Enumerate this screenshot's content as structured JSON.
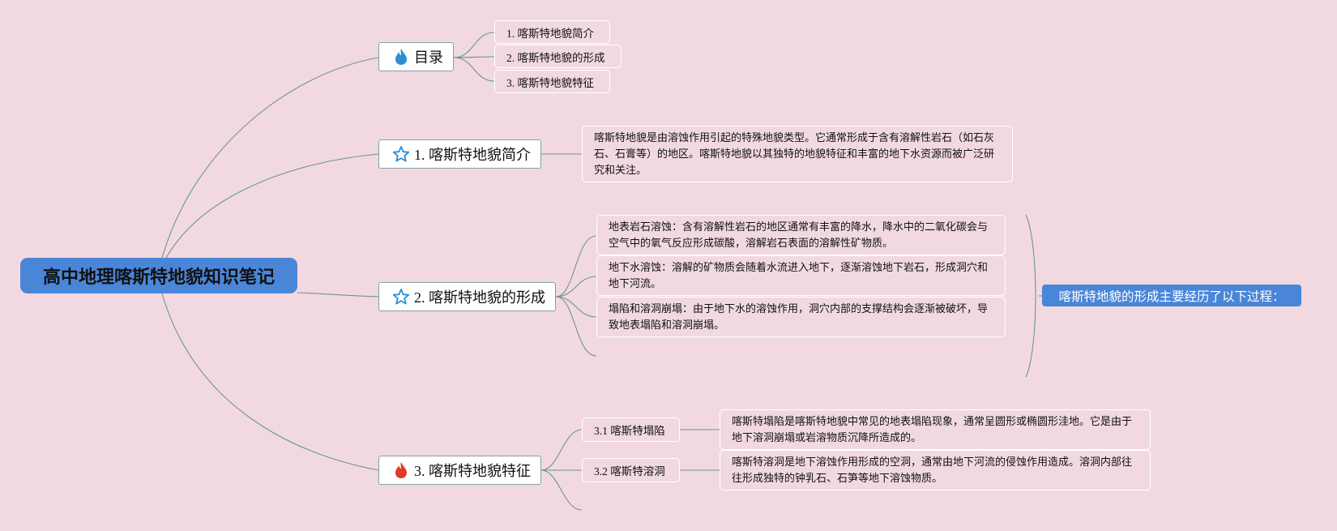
{
  "root": {
    "title": "高中地理喀斯特地貌知识笔记"
  },
  "branches": {
    "toc": {
      "label": "目录",
      "icon": "blue-flame-icon",
      "items": [
        "1. 喀斯特地貌简介",
        "2. 喀斯特地貌的形成",
        "3. 喀斯特地貌特征"
      ]
    },
    "intro": {
      "label": "1. 喀斯特地貌简介",
      "icon": "star-outline-icon",
      "text": "喀斯特地貌是由溶蚀作用引起的特殊地貌类型。它通常形成于含有溶解性岩石（如石灰石、石膏等）的地区。喀斯特地貌以其独特的地貌特征和丰富的地下水资源而被广泛研究和关注。"
    },
    "formation": {
      "label": "2. 喀斯特地貌的形成",
      "icon": "star-outline-icon",
      "steps": [
        "地表岩石溶蚀：含有溶解性岩石的地区通常有丰富的降水，降水中的二氧化碳会与空气中的氧气反应形成碳酸，溶解岩石表面的溶解性矿物质。",
        "地下水溶蚀：溶解的矿物质会随着水流进入地下，逐渐溶蚀地下岩石，形成洞穴和地下河流。",
        "塌陷和溶洞崩塌：由于地下水的溶蚀作用，洞穴内部的支撑结构会逐渐被破坏，导致地表塌陷和溶洞崩塌。"
      ],
      "summary": "喀斯特地貌的形成主要经历了以下过程："
    },
    "features": {
      "label": "3. 喀斯特地貌特征",
      "icon": "red-flame-icon",
      "items": [
        {
          "label": "3.1 喀斯特塌陷",
          "text": "喀斯特塌陷是喀斯特地貌中常见的地表塌陷现象，通常呈圆形或椭圆形洼地。它是由于地下溶洞崩塌或岩溶物质沉降所造成的。"
        },
        {
          "label": "3.2 喀斯特溶洞",
          "text": "喀斯特溶洞是地下溶蚀作用形成的空洞，通常由地下河流的侵蚀作用造成。溶洞内部往往形成独特的钟乳石、石笋等地下溶蚀物质。"
        }
      ]
    }
  },
  "colors": {
    "background": "#f2d9e1",
    "root_fill": "#4a86d8",
    "connector": "#6b9592",
    "blue_icon": "#2c8ed6",
    "red_icon": "#e03a2a"
  }
}
